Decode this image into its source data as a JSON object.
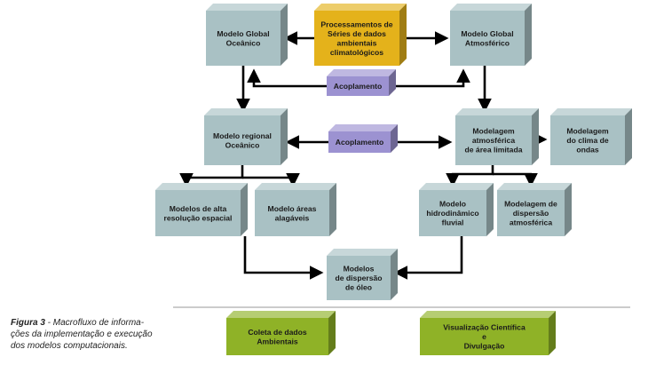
{
  "nodes": [
    {
      "id": "global-oceanico",
      "lines": [
        "Modelo Global",
        "Oceânico"
      ],
      "kind": "model"
    },
    {
      "id": "processamentos",
      "lines": [
        "Processamentos de",
        "Séries de dados",
        "ambientais",
        "climatológicos"
      ],
      "kind": "process"
    },
    {
      "id": "global-atmosferico",
      "lines": [
        "Modelo Global",
        "Atmosférico"
      ],
      "kind": "model"
    },
    {
      "id": "acoplamento-top",
      "lines": [
        "Acoplamento"
      ],
      "kind": "coupling"
    },
    {
      "id": "regional-oceanico",
      "lines": [
        "Modelo regional",
        "Oceânico"
      ],
      "kind": "model"
    },
    {
      "id": "acoplamento-mid",
      "lines": [
        "Acoplamento"
      ],
      "kind": "coupling"
    },
    {
      "id": "atmosferica-limitada",
      "lines": [
        "Modelagem",
        "atmosférica",
        "de área limitada"
      ],
      "kind": "model"
    },
    {
      "id": "clima-ondas",
      "lines": [
        "Modelagem",
        "do clima de",
        "ondas"
      ],
      "kind": "model"
    },
    {
      "id": "alta-resolucao",
      "lines": [
        "Modelos de alta",
        "resolução espacial"
      ],
      "kind": "model"
    },
    {
      "id": "areas-alagaveis",
      "lines": [
        "Modelo áreas",
        "alagáveis"
      ],
      "kind": "model"
    },
    {
      "id": "hidrodinamico",
      "lines": [
        "Modelo",
        "hidrodinâmico",
        "fluvial"
      ],
      "kind": "model"
    },
    {
      "id": "dispersao-atmosferica",
      "lines": [
        "Modelagem de",
        "dispersão",
        "atmosférica"
      ],
      "kind": "model"
    },
    {
      "id": "dispersao-oleo",
      "lines": [
        "Modelos",
        "de dispersão",
        "de óleo"
      ],
      "kind": "model"
    },
    {
      "id": "coleta-dados",
      "lines": [
        "Coleta de dados",
        "Ambientais"
      ],
      "kind": "bottom"
    },
    {
      "id": "visualizacao",
      "lines": [
        "Visualização Científica",
        "e",
        "Divulgação"
      ],
      "kind": "bottom"
    }
  ],
  "caption": {
    "label": "Figura 3",
    "lines": [
      " - Macrofluxo de informa-",
      "ções da implementação e execução",
      "dos modelos computacionais."
    ]
  },
  "colors": {
    "model": "#a9c1c4",
    "process": "#e4b21b",
    "coupling": "#9c92d1",
    "bottom": "#8fb227",
    "arrow": "#000000",
    "separator": "#9a9a9a"
  }
}
